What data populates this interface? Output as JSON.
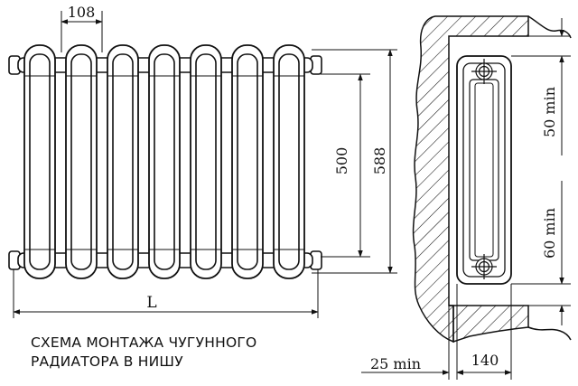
{
  "diagram": {
    "dimensions": {
      "section_pitch": "108",
      "axis_distance": "500",
      "total_height": "588",
      "length": "L",
      "top_clearance": "50 min",
      "bottom_clearance": "60 min",
      "wall_clearance": "25 min",
      "depth": "140"
    },
    "section_count": 7
  },
  "caption": {
    "line1": "СХЕМА МОНТАЖА ЧУГУННОГО",
    "line2": "РАДИАТОРА В НИШУ"
  }
}
